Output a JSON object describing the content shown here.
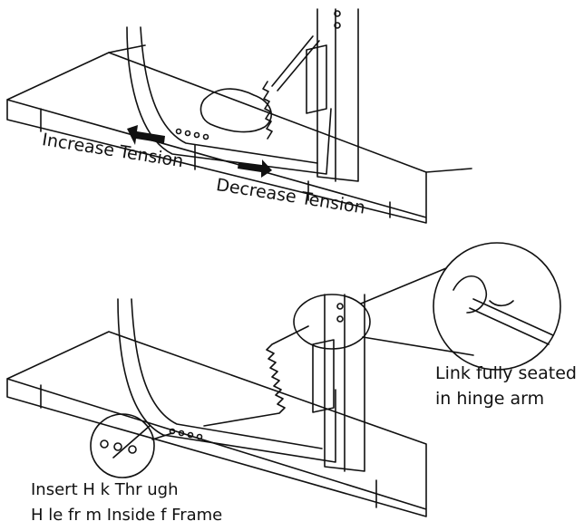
{
  "top_view": {
    "increase_label": "Increase Tension",
    "decrease_label": "Decrease Tension"
  },
  "bottom_view": {
    "callout_line1": "Link fully seated",
    "callout_line2": "in hinge arm",
    "insert_line1": "Insert H    k Thr  ugh",
    "insert_line2": "H  le fr  m Inside   f Frame"
  },
  "colors": {
    "ink": "#111111",
    "background": "#ffffff"
  }
}
